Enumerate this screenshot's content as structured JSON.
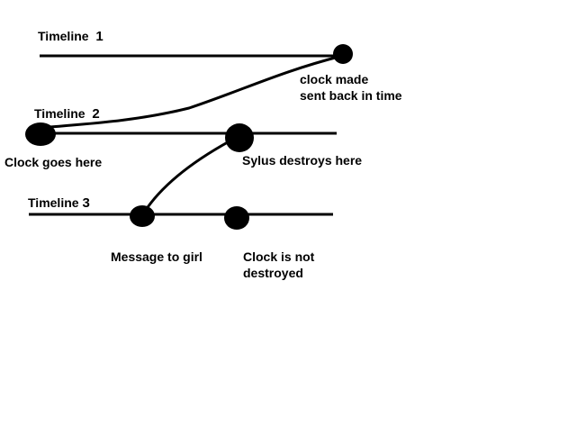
{
  "timelines": [
    {
      "title": "Timeline",
      "number": "1"
    },
    {
      "title": "Timeline",
      "number": "2"
    },
    {
      "title": "Timeline",
      "number": "3"
    }
  ],
  "events": {
    "clock_made": [
      "clock made",
      "sent back in time"
    ],
    "clock_goes_here": "Clock goes here",
    "sylus_destroys": "Sylus destroys here",
    "message_to_girl": "Message to girl",
    "clock_not_destroyed": [
      "Clock is not",
      "destroyed"
    ]
  },
  "colors": {
    "ink": "#000000",
    "background": "#ffffff"
  }
}
